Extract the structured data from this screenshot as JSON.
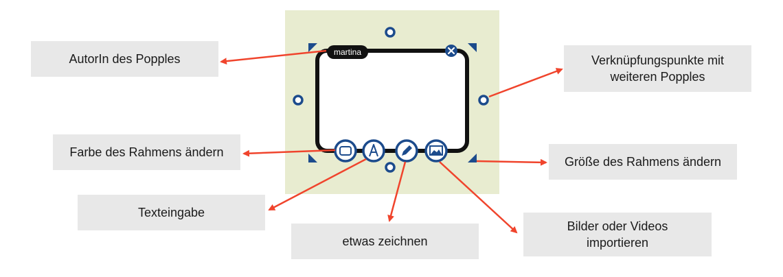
{
  "diagram": {
    "author_name": "martina",
    "labels": {
      "author": "AutorIn des Popples",
      "connection_points": "Verknüpfungspunkte mit\nweiteren Popples",
      "frame_color": "Farbe des Rahmens ändern",
      "resize": "Größe des Rahmens ändern",
      "text_input": "Texteingabe",
      "draw": "etwas zeichnen",
      "import": "Bilder oder Videos\nimportieren"
    },
    "icons": [
      "frame-color-icon",
      "text-icon",
      "pencil-icon",
      "image-icon",
      "close-icon"
    ],
    "colors": {
      "canvas_background": "#e8ecd0",
      "label_background": "#e8e8e8",
      "accent_blue": "#1c4b8c",
      "arrow_red": "#f0442c",
      "frame": "#111111"
    }
  }
}
